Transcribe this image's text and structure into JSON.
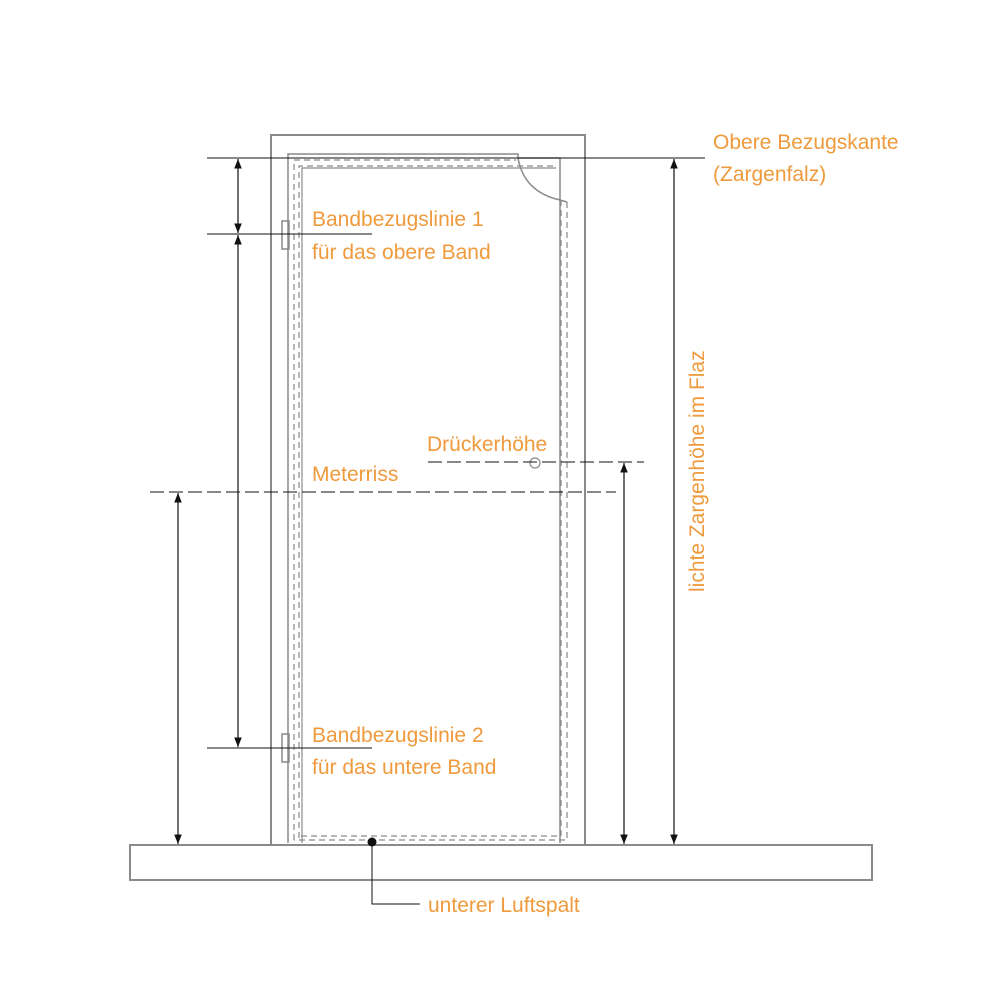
{
  "labels": {
    "top_reference": [
      "Obere Bezugskante",
      "(Zargenfalz)"
    ],
    "hinge_line_1": [
      "Bandbezugslinie 1",
      "für das obere Band"
    ],
    "handle_height": "Drückerhöhe",
    "meter_line": "Meterriss",
    "hinge_line_2": [
      "Bandbezugslinie 2",
      "für das untere Band"
    ],
    "bottom_gap": "unterer Luftspalt",
    "frame_height": "lichte Zargenhöhe im Flaz"
  },
  "colors": {
    "label": "#ef9a3c",
    "frame": "#8a8a8a",
    "dimension": "#111111",
    "background": "#ffffff"
  }
}
